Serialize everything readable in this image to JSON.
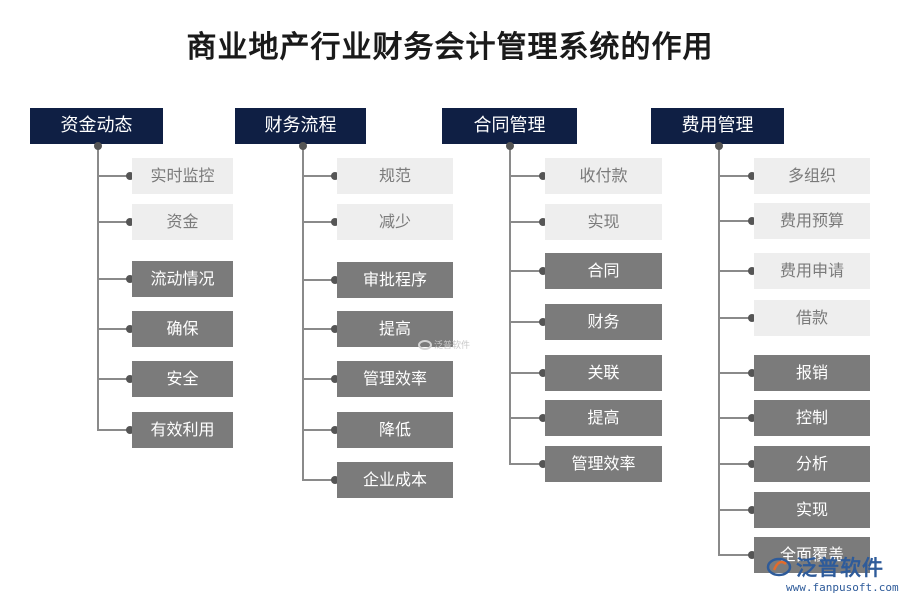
{
  "title": "商业地产行业财务会计管理系统的作用",
  "columns": [
    {
      "header": "资金动态",
      "items": [
        {
          "label": "实时监控",
          "style": "light"
        },
        {
          "label": "资金",
          "style": "light"
        },
        {
          "label": "流动情况",
          "style": "dark"
        },
        {
          "label": "确保",
          "style": "dark"
        },
        {
          "label": "安全",
          "style": "dark"
        },
        {
          "label": "有效利用",
          "style": "dark"
        }
      ]
    },
    {
      "header": "财务流程",
      "items": [
        {
          "label": "规范",
          "style": "light"
        },
        {
          "label": "减少",
          "style": "light"
        },
        {
          "label": "审批程序",
          "style": "dark"
        },
        {
          "label": "提高",
          "style": "dark"
        },
        {
          "label": "管理效率",
          "style": "dark"
        },
        {
          "label": "降低",
          "style": "dark"
        },
        {
          "label": "企业成本",
          "style": "dark"
        }
      ]
    },
    {
      "header": "合同管理",
      "items": [
        {
          "label": "收付款",
          "style": "light"
        },
        {
          "label": "实现",
          "style": "light"
        },
        {
          "label": "合同",
          "style": "dark"
        },
        {
          "label": "财务",
          "style": "dark"
        },
        {
          "label": "关联",
          "style": "dark"
        },
        {
          "label": "提高",
          "style": "dark"
        },
        {
          "label": "管理效率",
          "style": "dark"
        }
      ]
    },
    {
      "header": "费用管理",
      "items": [
        {
          "label": "多组织",
          "style": "light"
        },
        {
          "label": "费用预算",
          "style": "light"
        },
        {
          "label": "费用申请",
          "style": "light"
        },
        {
          "label": "借款",
          "style": "light"
        },
        {
          "label": "报销",
          "style": "dark"
        },
        {
          "label": "控制",
          "style": "dark"
        },
        {
          "label": "分析",
          "style": "dark"
        },
        {
          "label": "实现",
          "style": "dark"
        },
        {
          "label": "全面覆盖",
          "style": "dark"
        }
      ]
    }
  ],
  "watermark": {
    "center_text": "泛普软件",
    "brand_name": "泛普软件",
    "brand_url": "www.fanpusoft.com",
    "brand_color": "#2e5b9a"
  }
}
